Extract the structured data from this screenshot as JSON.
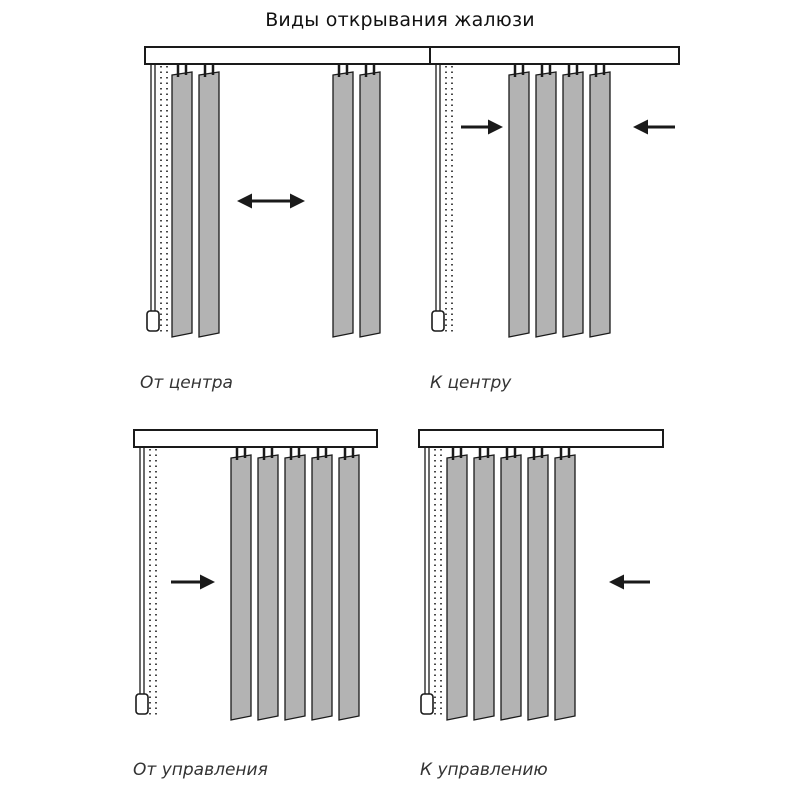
{
  "title": "Виды открывания жалюзи",
  "colors": {
    "slat_fill": "#b3b3b3",
    "line": "#1a1a1a",
    "background": "#ffffff"
  },
  "panels": [
    {
      "caption": "От центра",
      "arrow": "double"
    },
    {
      "caption": "К центру",
      "arrow": "inward"
    },
    {
      "caption": "От управления",
      "arrow": "right"
    },
    {
      "caption": "К управлению",
      "arrow": "left"
    }
  ]
}
